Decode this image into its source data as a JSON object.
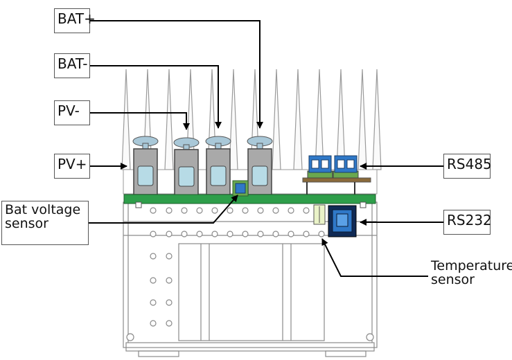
{
  "labels": {
    "bat_plus": "BAT+",
    "bat_minus": "BAT-",
    "pv_minus": "PV-",
    "pv_plus": "PV+",
    "bat_voltage_sensor": "Bat voltage sensor",
    "rs485": "RS485",
    "rs232": "RS232",
    "temperature_sensor": "Temperature sensor"
  },
  "colors": {
    "pcb": "#2e9e4a",
    "connector_blue": "#2f78c8",
    "terminal_gray": "#a9a9a9",
    "terminal_light": "#b7dbe6",
    "cap_blue": "#a9c8d8",
    "arrow": "#000000"
  }
}
